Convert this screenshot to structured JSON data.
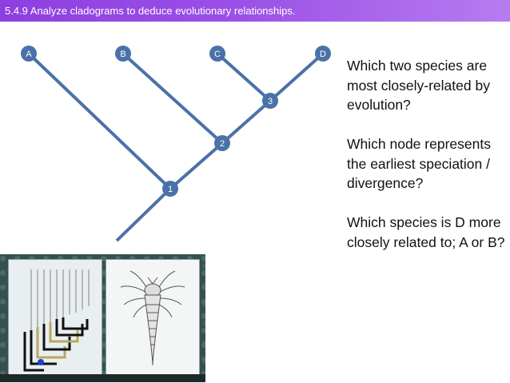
{
  "header": {
    "title": "5.4.9 Analyze cladograms to deduce evolutionary relationships."
  },
  "cladogram": {
    "species": [
      "A",
      "B",
      "C",
      "D"
    ],
    "nodes": [
      "1",
      "2",
      "3"
    ]
  },
  "questions": [
    "Which two species are most closely-related by evolution?",
    "Which node represents the earliest speciation / divergence?",
    "Which species is D more closely related to; A or B?"
  ],
  "colors": {
    "header_start": "#8e3fe0",
    "header_end": "#b77cf0",
    "branch": "#4a72a8",
    "node_fill": "#4a72a8"
  },
  "video": {
    "icon": "video-thumbnail-cladogram-arthropod"
  }
}
